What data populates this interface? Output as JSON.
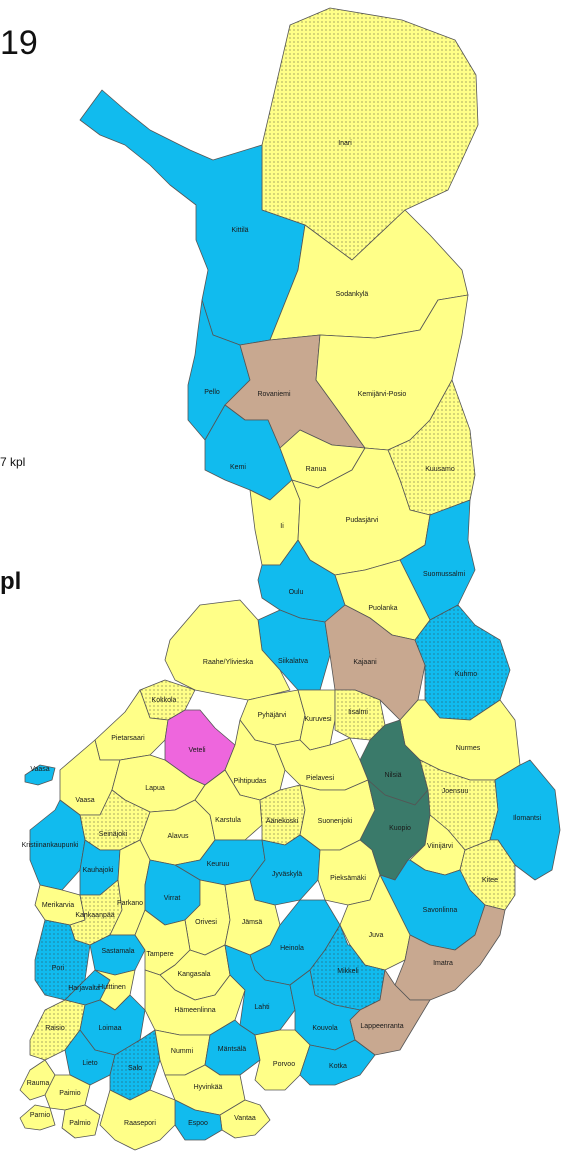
{
  "header_fragment": "19",
  "side_text_count": "7 kpl",
  "side_text_bold": "pl",
  "colors": {
    "yellow": "#ffff88",
    "blue": "#11bbee",
    "brown": "#c8a890",
    "pink": "#ee66dd",
    "green": "#3a7a6a",
    "dots": "#333333"
  },
  "regions": [
    {
      "id": "inari",
      "label": "Inari",
      "fill": "yellow",
      "dotted": true
    },
    {
      "id": "kittila",
      "label": "Kittilä",
      "fill": "blue",
      "dotted": false
    },
    {
      "id": "sodankyla",
      "label": "Sodankylä",
      "fill": "yellow",
      "dotted": false
    },
    {
      "id": "pello",
      "label": "Pello",
      "fill": "blue",
      "dotted": false
    },
    {
      "id": "rovaniemi",
      "label": "Rovaniemi",
      "fill": "brown",
      "dotted": false
    },
    {
      "id": "kemijarvi",
      "label": "Kemijärvi-Posio",
      "fill": "yellow",
      "dotted": false
    },
    {
      "id": "kemi",
      "label": "Kemi",
      "fill": "blue",
      "dotted": false
    },
    {
      "id": "ranua",
      "label": "Ranua",
      "fill": "yellow",
      "dotted": false
    },
    {
      "id": "kuusamo",
      "label": "Kuusamo",
      "fill": "yellow",
      "dotted": true
    },
    {
      "id": "ii",
      "label": "Ii",
      "fill": "yellow",
      "dotted": false
    },
    {
      "id": "pudasjarvi",
      "label": "Pudasjärvi",
      "fill": "yellow",
      "dotted": false
    },
    {
      "id": "suomussalmi",
      "label": "Suomussalmi",
      "fill": "blue",
      "dotted": false
    },
    {
      "id": "oulu",
      "label": "Oulu",
      "fill": "blue",
      "dotted": false
    },
    {
      "id": "puolanka",
      "label": "Puolanka",
      "fill": "yellow",
      "dotted": false
    },
    {
      "id": "siikalatva",
      "label": "Siikalatva",
      "fill": "blue",
      "dotted": false
    },
    {
      "id": "kajaani",
      "label": "Kajaani",
      "fill": "brown",
      "dotted": false
    },
    {
      "id": "kuhmo",
      "label": "Kuhmo",
      "fill": "blue",
      "dotted": true
    },
    {
      "id": "raahe",
      "label": "Raahe/Ylivieska",
      "fill": "yellow",
      "dotted": false
    },
    {
      "id": "kokkola",
      "label": "Kokkola",
      "fill": "yellow",
      "dotted": true
    },
    {
      "id": "pyhajarvi",
      "label": "Pyhäjärvi",
      "fill": "yellow",
      "dotted": false
    },
    {
      "id": "kuruvesi",
      "label": "Kuruvesi",
      "fill": "yellow",
      "dotted": false
    },
    {
      "id": "iisalmi",
      "label": "Iisalmi",
      "fill": "yellow",
      "dotted": true
    },
    {
      "id": "nurmes",
      "label": "Nurmes",
      "fill": "yellow",
      "dotted": false
    },
    {
      "id": "pietarsaari",
      "label": "Pietarsaari",
      "fill": "yellow",
      "dotted": false
    },
    {
      "id": "veteli",
      "label": "Veteli",
      "fill": "pink",
      "dotted": false
    },
    {
      "id": "nilsia",
      "label": "Nilsiä",
      "fill": "green",
      "dotted": false
    },
    {
      "id": "joensuu",
      "label": "Joensuu",
      "fill": "yellow",
      "dotted": true
    },
    {
      "id": "vaasa",
      "label": "Vaasa",
      "fill": "yellow",
      "dotted": false
    },
    {
      "id": "lapua",
      "label": "Lapua",
      "fill": "yellow",
      "dotted": false
    },
    {
      "id": "pihtipudas",
      "label": "Pihtipudas",
      "fill": "yellow",
      "dotted": false
    },
    {
      "id": "pielavesi",
      "label": "Pielavesi",
      "fill": "yellow",
      "dotted": false
    },
    {
      "id": "ilomantsi",
      "label": "Ilomantsi",
      "fill": "blue",
      "dotted": false
    },
    {
      "id": "seinajoki",
      "label": "Seinäjoki",
      "fill": "yellow",
      "dotted": true
    },
    {
      "id": "alavus",
      "label": "Alavus",
      "fill": "yellow",
      "dotted": false
    },
    {
      "id": "karstula",
      "label": "Karstula",
      "fill": "yellow",
      "dotted": false
    },
    {
      "id": "aanekoski",
      "label": "Äänekoski",
      "fill": "yellow",
      "dotted": true
    },
    {
      "id": "suonenjoki",
      "label": "Suonenjoki",
      "fill": "yellow",
      "dotted": false
    },
    {
      "id": "kuopio",
      "label": "Kuopio",
      "fill": "green",
      "dotted": false
    },
    {
      "id": "viinijarvi",
      "label": "Viinijärvi",
      "fill": "yellow",
      "dotted": false
    },
    {
      "id": "kristiinankaupunki",
      "label": "Kristiinankaupunki",
      "fill": "blue",
      "dotted": false
    },
    {
      "id": "kauhajoki",
      "label": "Kauhajoki",
      "fill": "blue",
      "dotted": false
    },
    {
      "id": "keuruu",
      "label": "Keuruu",
      "fill": "blue",
      "dotted": false
    },
    {
      "id": "kitee",
      "label": "Kitee",
      "fill": "yellow",
      "dotted": true
    },
    {
      "id": "merikarvia",
      "label": "Merikarvia",
      "fill": "yellow",
      "dotted": false
    },
    {
      "id": "kankaanpaa",
      "label": "Kankaanpää",
      "fill": "yellow",
      "dotted": true
    },
    {
      "id": "parkano",
      "label": "Parkano",
      "fill": "yellow",
      "dotted": false
    },
    {
      "id": "virrat",
      "label": "Virrat",
      "fill": "blue",
      "dotted": false
    },
    {
      "id": "jyvaskyla",
      "label": "Jyväskylä",
      "fill": "blue",
      "dotted": false
    },
    {
      "id": "pieksamaki",
      "label": "Pieksämäki",
      "fill": "yellow",
      "dotted": false
    },
    {
      "id": "savonlinna",
      "label": "Savonlinna",
      "fill": "blue",
      "dotted": false
    },
    {
      "id": "orivesi",
      "label": "Orivesi",
      "fill": "yellow",
      "dotted": false
    },
    {
      "id": "jamsa",
      "label": "Jämsä",
      "fill": "yellow",
      "dotted": false
    },
    {
      "id": "juva",
      "label": "Juva",
      "fill": "yellow",
      "dotted": false
    },
    {
      "id": "pori",
      "label": "Pori",
      "fill": "blue",
      "dotted": true
    },
    {
      "id": "sastamala",
      "label": "Sastamala",
      "fill": "blue",
      "dotted": false
    },
    {
      "id": "tampere",
      "label": "Tampere",
      "fill": "yellow",
      "dotted": false
    },
    {
      "id": "kangasala",
      "label": "Kangasala",
      "fill": "yellow",
      "dotted": false
    },
    {
      "id": "heinola",
      "label": "Heinola",
      "fill": "blue",
      "dotted": false
    },
    {
      "id": "mikkeli",
      "label": "Mikkeli",
      "fill": "blue",
      "dotted": true
    },
    {
      "id": "imatra",
      "label": "Imatra",
      "fill": "brown",
      "dotted": false
    },
    {
      "id": "harjavalta",
      "label": "Harjavalta",
      "fill": "blue",
      "dotted": false
    },
    {
      "id": "huittinen",
      "label": "Huittinen",
      "fill": "yellow",
      "dotted": false
    },
    {
      "id": "hameenlinna",
      "label": "Hämeenlinna",
      "fill": "yellow",
      "dotted": false
    },
    {
      "id": "lahti",
      "label": "Lahti",
      "fill": "blue",
      "dotted": false
    },
    {
      "id": "lappeenranta",
      "label": "Lappeenranta",
      "fill": "brown",
      "dotted": false
    },
    {
      "id": "raisio",
      "label": "Raisio",
      "fill": "yellow",
      "dotted": true
    },
    {
      "id": "loimaa",
      "label": "Loimaa",
      "fill": "blue",
      "dotted": false
    },
    {
      "id": "kouvola",
      "label": "Kouvola",
      "fill": "blue",
      "dotted": false
    },
    {
      "id": "lieto",
      "label": "Lieto",
      "fill": "blue",
      "dotted": false
    },
    {
      "id": "salo",
      "label": "Salo",
      "fill": "blue",
      "dotted": true
    },
    {
      "id": "nummi",
      "label": "Nummi",
      "fill": "yellow",
      "dotted": false
    },
    {
      "id": "mantsala",
      "label": "Mäntsälä",
      "fill": "blue",
      "dotted": false
    },
    {
      "id": "porvoo",
      "label": "Porvoo",
      "fill": "yellow",
      "dotted": false
    },
    {
      "id": "kotka",
      "label": "Kotka",
      "fill": "blue",
      "dotted": false
    },
    {
      "id": "hyvinkaa",
      "label": "Hyvinkää",
      "fill": "yellow",
      "dotted": false
    },
    {
      "id": "rauma",
      "label": "Rauma",
      "fill": "yellow",
      "dotted": false
    },
    {
      "id": "paimio",
      "label": "Paimio",
      "fill": "yellow",
      "dotted": false
    },
    {
      "id": "parnio",
      "label": "Parnio",
      "fill": "yellow",
      "dotted": false
    },
    {
      "id": "palmio",
      "label": "Palmio",
      "fill": "yellow",
      "dotted": false
    },
    {
      "id": "vantaa",
      "label": "Vantaa",
      "fill": "yellow",
      "dotted": false
    },
    {
      "id": "espoo",
      "label": "Espoo",
      "fill": "blue",
      "dotted": false
    },
    {
      "id": "raasepori",
      "label": "Raasepori",
      "fill": "yellow",
      "dotted": false
    },
    {
      "id": "vaasa_island",
      "label": "Vaasa",
      "fill": "blue",
      "dotted": false
    }
  ]
}
